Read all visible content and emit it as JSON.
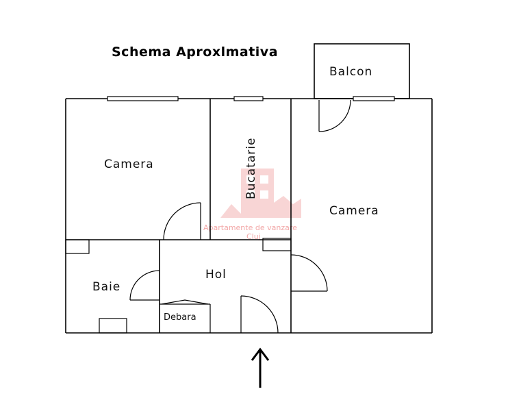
{
  "title": "Schema Aproxlmativa",
  "rooms": {
    "balcon": "Balcon",
    "camera_left": "Camera",
    "bucatarie": "Bucatarie",
    "camera_right": "Camera",
    "hol": "Hol",
    "baie": "Baie",
    "debara": "Debara"
  },
  "watermark": {
    "line1": "Apartamente de vanzare",
    "line2": "Cluj",
    "color": "#f2a7a7"
  },
  "entrance_arrow_icon": "arrow-up-icon"
}
